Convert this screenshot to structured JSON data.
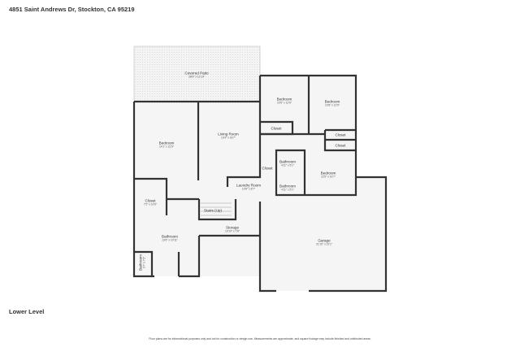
{
  "header": {
    "address": "4851 Saint Andrews Dr, Stockton, CA 95219"
  },
  "level_label": "Lower Level",
  "disclaimer": "Floor plans are for informational purposes only and not for construction or design use. Measurements are approximate, and square footage may include finished and unfinished areas.",
  "rooms": [
    {
      "name": "Covered Patio",
      "dims": "28'9\" x 11'10\""
    },
    {
      "name": "Bedroom",
      "dims": "10'5\" x 12'9\""
    },
    {
      "name": "Bedroom",
      "dims": "10'8\" x 12'9\""
    },
    {
      "name": "Closet",
      "dims": ""
    },
    {
      "name": "Closet",
      "dims": ""
    },
    {
      "name": "Closet",
      "dims": ""
    },
    {
      "name": "Bedroom",
      "dims": "14'1\" x 21'5\""
    },
    {
      "name": "Living Room",
      "dims": "13'4\" x 16'7\""
    },
    {
      "name": "Closet",
      "dims": ""
    },
    {
      "name": "Bathroom",
      "dims": "4'11\" x 5'1\""
    },
    {
      "name": "Bedroom",
      "dims": "12'5\" x 10'7\""
    },
    {
      "name": "Laundry Room",
      "dims": "10'6\" x 8'7\""
    },
    {
      "name": "Bathroom",
      "dims": "4'11\" x 5'1\""
    },
    {
      "name": "Closet",
      "dims": "7'2\" x 10'9\""
    },
    {
      "name": "Stairs (Up)",
      "dims": ""
    },
    {
      "name": "Storage",
      "dims": "13'10\" x 7'8\""
    },
    {
      "name": "Garage",
      "dims": "21'10\" x 21'1\""
    },
    {
      "name": "Bathroom",
      "dims": "13'6\" x 10'11\""
    },
    {
      "name": "Bathroom",
      "dims": "3'7\" x 7'2\""
    }
  ]
}
